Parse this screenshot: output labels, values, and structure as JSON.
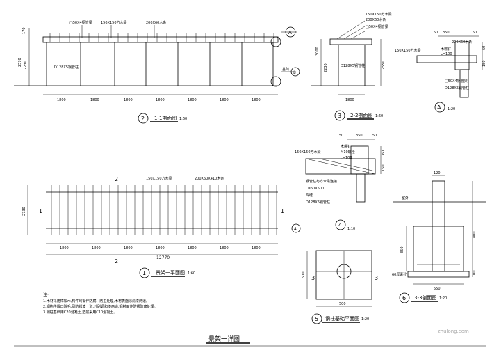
{
  "sheet": {
    "title": "景架一详图",
    "watermark": "zhulong.com"
  },
  "views": {
    "v1": {
      "label_members": [
        "150X150方木梁",
        "200X60木条",
        "□50X4钢管梁"
      ],
      "post_label": "D128X5钢管柱",
      "dims_h": [
        "1800",
        "1800",
        "1800",
        "1800",
        "1800",
        "1800",
        "1800"
      ],
      "dims_v": [
        "170",
        "2570",
        "2230"
      ],
      "callout_a": "A",
      "ref_note": "基础",
      "ref_num": "⑥",
      "caption_num": "2",
      "caption": "1-1剖面图",
      "scale": "1:60"
    },
    "v2": {
      "labels": [
        "150X150方木梁",
        "200X60木条",
        "□50X4钢管梁",
        "D128X5钢管柱"
      ],
      "dims_v": [
        "3000",
        "2230",
        "2550"
      ],
      "dims_h": [
        "1800"
      ],
      "caption_num": "3",
      "caption": "2-2剖面图",
      "scale": "1:60"
    },
    "vA": {
      "labels": [
        "150X150方木梁",
        "200X60木条",
        "木螺钉",
        "L=100",
        "□50X4钢管梁",
        "D128X5钢管柱"
      ],
      "dims_h": [
        "50",
        "350",
        "50"
      ],
      "dims_v": [
        "60",
        "150"
      ],
      "caption_num": "A",
      "scale": "1:20"
    },
    "v4": {
      "labels": [
        "150X150方木梁",
        "木螺钉",
        "M10螺栓",
        "L=100",
        "钢管柱与方木梁连接",
        "L=60X500",
        "焊缝",
        "D128X5钢管柱"
      ],
      "dims_h": [
        "50",
        "350",
        "50"
      ],
      "dims_v": [
        "60",
        "150"
      ],
      "caption_num": "4",
      "scale": "1:10"
    },
    "v1plan": {
      "marks": [
        "2",
        "2",
        "1",
        "1"
      ],
      "labels": [
        "150X150方木梁",
        "200X60X410木条"
      ],
      "dims_h": [
        "1800",
        "1800",
        "1800",
        "1800",
        "1800",
        "1800",
        "1800"
      ],
      "total": "12770",
      "dims_v": [
        "2730"
      ],
      "ref_num": "4",
      "caption_num": "1",
      "caption": "景架一平面图",
      "scale": "1:60"
    },
    "v5": {
      "marks": [
        "3",
        "3"
      ],
      "dims_v": [
        "500"
      ],
      "dims_h": [
        "500"
      ],
      "caption_num": "5",
      "caption": "钢柱基础平面图",
      "scale": "1:20"
    },
    "v6": {
      "labels": [
        "室外",
        "60厚素砼"
      ],
      "dims_h": [
        "120",
        "550"
      ],
      "dims_v": [
        "350",
        "800",
        "100"
      ],
      "caption_num": "6",
      "caption": "3-3剖面图",
      "scale": "1:20"
    }
  },
  "notes": {
    "title": "注:",
    "items": [
      "1.木材采用樟松木,构件均需作防腐、防虫处理,木材表面涂清漆两道。",
      "2.钢构件焊口除毛,刷防锈漆一道,外刷调和漆两道,钢材面作防锈防腐处理。",
      "3.钢柱基础用C20混凝土,垫层采用C10混凝土。"
    ]
  }
}
